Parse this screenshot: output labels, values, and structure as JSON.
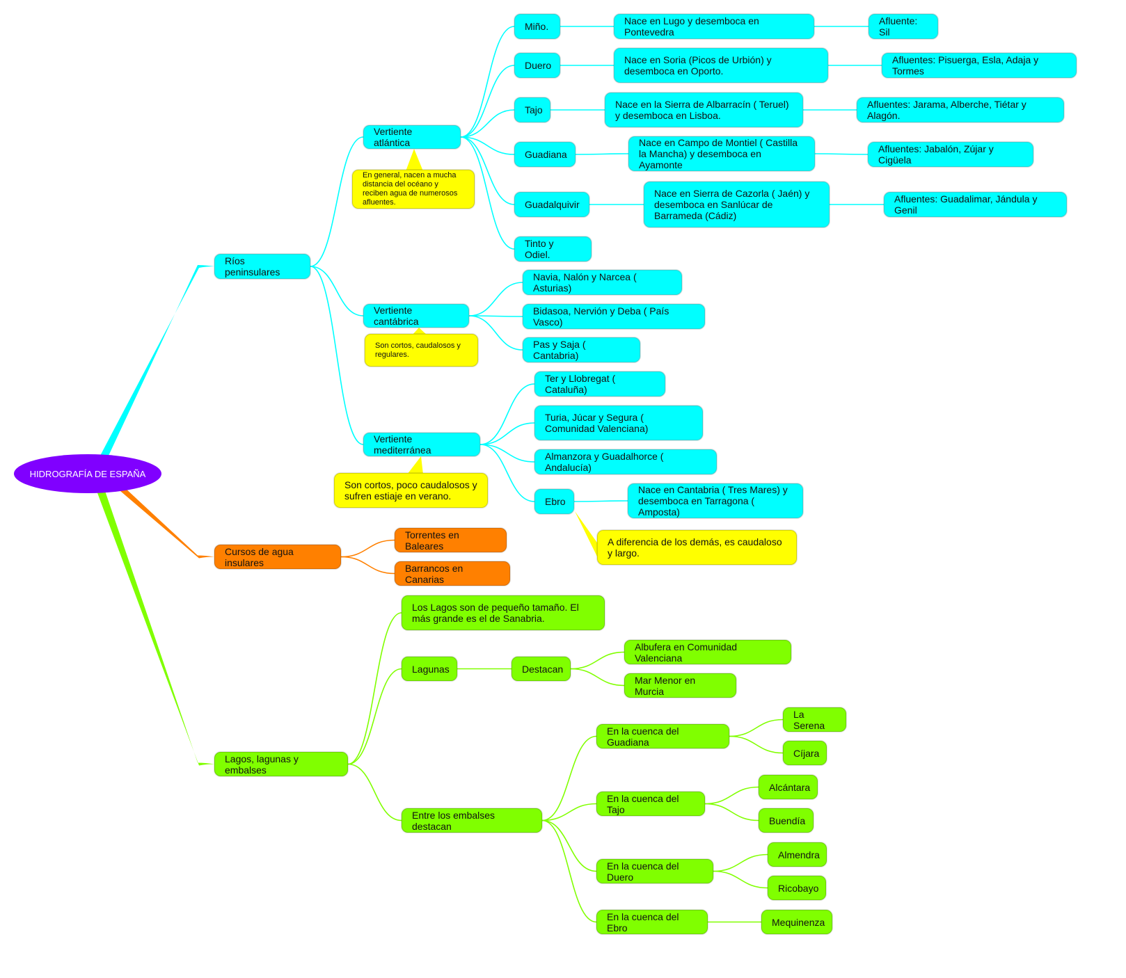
{
  "root": "HIDROGRAFÍA DE ESPAÑA",
  "colors": {
    "root": "#8000ff",
    "peninsular": "#00ffff",
    "insular": "#ff8000",
    "lagos": "#80ff00",
    "note": "#ffff00"
  },
  "rios": {
    "label": "Ríos peninsulares",
    "atlantica": {
      "label": "Vertiente atlántica",
      "note": "En general, nacen a mucha distancia del océano y reciben agua de numerosos afluentes.",
      "rivers": [
        {
          "name": "Miño.",
          "origin": "Nace en Lugo y desemboca en Pontevedra",
          "tributaries": "Afluente: Sil"
        },
        {
          "name": "Duero",
          "origin": "Nace en Soria (Picos de Urbión) y desemboca en Oporto.",
          "tributaries": "Afluentes: Pisuerga, Esla, Adaja y Tormes"
        },
        {
          "name": "Tajo",
          "origin": "Nace en la Sierra de Albarracín ( Teruel) y desemboca en Lisboa.",
          "tributaries": "Afluentes: Jarama, Alberche, Tiétar y Alagón."
        },
        {
          "name": "Guadiana",
          "origin": "Nace en Campo de Montiel ( Castilla la Mancha) y desemboca en Ayamonte",
          "tributaries": "Afluentes: Jabalón, Zújar y Cigüela"
        },
        {
          "name": "Guadalquivir",
          "origin": "Nace en Sierra de Cazorla ( Jaén) y desemboca en Sanlúcar de Barrameda (Cádiz)",
          "tributaries": "Afluentes: Guadalimar, Jándula y Genil"
        },
        {
          "name": "Tinto y Odiel."
        }
      ]
    },
    "cantabrica": {
      "label": "Vertiente cantábrica",
      "note": "Son cortos, caudalosos y regulares.",
      "rivers": [
        "Navia, Nalón y Narcea ( Asturias)",
        "Bidasoa, Nervión y Deba ( País Vasco)",
        "Pas y Saja ( Cantabria)"
      ]
    },
    "mediterranea": {
      "label": "Vertiente mediterránea",
      "note": "Son cortos, poco caudalosos y sufren estiaje en verano.",
      "rivers": [
        "Ter y Llobregat ( Cataluña)",
        "Turia, Júcar y Segura ( Comunidad Valenciana)",
        "Almanzora y Guadalhorce ( Andalucía)"
      ],
      "ebro": {
        "name": "Ebro",
        "origin": "Nace en Cantabria ( Tres Mares) y desemboca en Tarragona ( Amposta)",
        "note": "A diferencia de los demás, es caudaloso y largo."
      }
    }
  },
  "insulares": {
    "label": "Cursos de agua insulares",
    "items": [
      "Torrentes en Baleares",
      "Barrancos en Canarias"
    ]
  },
  "lagos": {
    "label": "Lagos, lagunas y embalses",
    "lagos_note": "Los Lagos son de pequeño tamaño. El más grande es el de Sanabria.",
    "lagunas": {
      "label": "Lagunas",
      "destacan": "Destacan",
      "items": [
        "Albufera en Comunidad Valenciana",
        "Mar Menor en Murcia"
      ]
    },
    "embalses": {
      "label": "Entre los embalses destacan",
      "cuencas": [
        {
          "label": "En la cuenca del Guadiana",
          "items": [
            "La Serena",
            "Cíjara"
          ]
        },
        {
          "label": "En la cuenca del Tajo",
          "items": [
            "Alcántara",
            "Buendía"
          ]
        },
        {
          "label": "En la cuenca del Duero",
          "items": [
            "Almendra",
            "Ricobayo"
          ]
        },
        {
          "label": "En la cuenca del Ebro",
          "items": [
            "Mequinenza"
          ]
        }
      ]
    }
  }
}
